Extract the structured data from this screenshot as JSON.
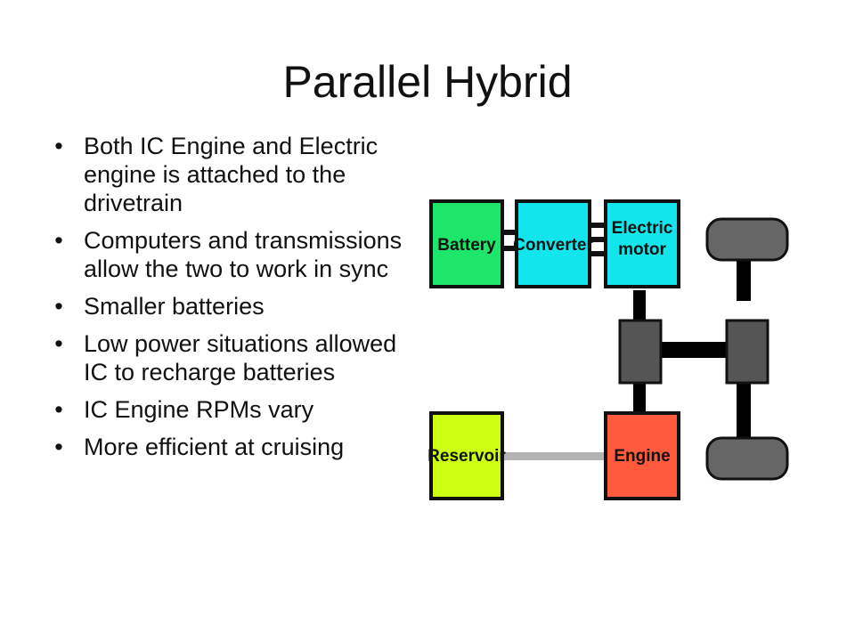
{
  "slide": {
    "title": "Parallel Hybrid",
    "bullets": [
      "Both IC Engine and Electric engine is attached to the drivetrain",
      "Computers and transmissions allow the two to work in sync",
      "Smaller batteries",
      "Low power situations allowed IC to recharge batteries",
      "IC Engine RPMs vary",
      "More efficient at cruising"
    ],
    "bullet_glyph": "•"
  },
  "diagram": {
    "battery": {
      "label": "Battery",
      "color": "#1ee66a"
    },
    "converter": {
      "label": "Converter",
      "color": "#12e6ec"
    },
    "electric_motor": {
      "line1": "Electric",
      "line2": "motor",
      "color": "#12e6ec"
    },
    "reservoir": {
      "label": "Reservoir",
      "color": "#ccff12"
    },
    "engine": {
      "label": "Engine",
      "color": "#ff5a3c"
    },
    "border_color": "#111111",
    "gearbox_color": "#555555",
    "wheel_color": "#666666",
    "shaft_color": "#000000",
    "fuel_line_color": "#b3b3b3"
  }
}
